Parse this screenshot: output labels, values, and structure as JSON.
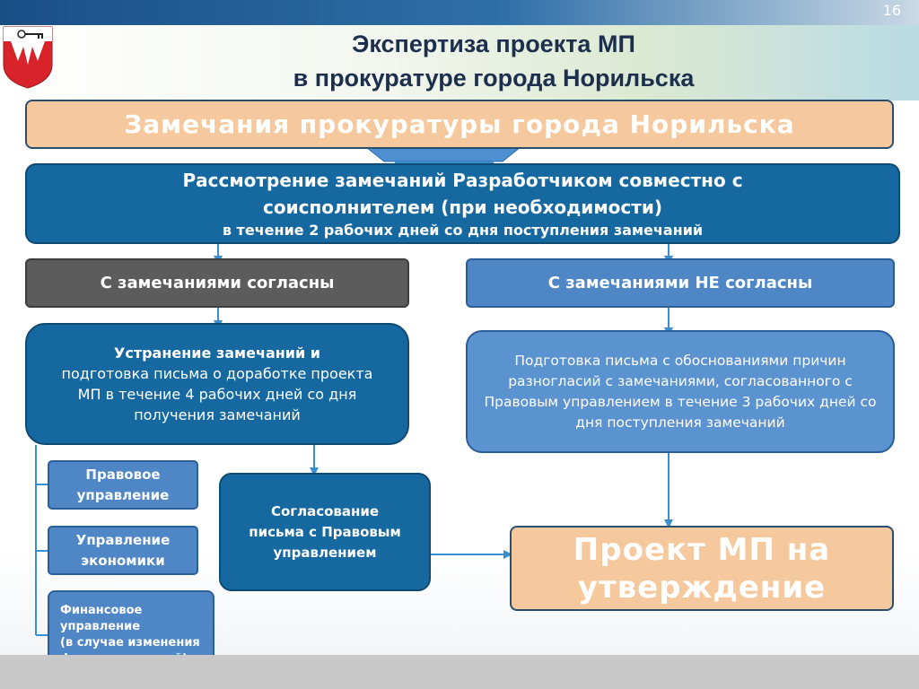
{
  "slide_number": "16",
  "title": {
    "line1": "Экспертиза проекта МП",
    "line2": "в прокуратуре города Норильска"
  },
  "colors": {
    "orange": "#f5c99d",
    "dark_blue": "#1669a0",
    "mid_blue": "#4f86c6",
    "grey": "#5c5c5c",
    "arrow": "#3a8fd0"
  },
  "nodes": {
    "remarks": "Замечания прокуратуры города Норильска",
    "review": {
      "line1": "Рассмотрение замечаний Разработчиком совместно с",
      "line2": "соисполнителем (при необходимости)",
      "line3": "в течение 2 рабочих дней со дня поступления замечаний"
    },
    "agree": "С замечаниями согласны",
    "disagree": "С замечаниями НЕ согласны",
    "fix": {
      "bold": "Устранение замечаний и",
      "rest": "подготовка письма о доработке проекта МП в течение 4 рабочих дней со дня получения замечаний"
    },
    "letter": "Подготовка письма с обоснованиями причин разногласий с замечаниями, согласованного с Правовым управлением в течение 3 рабочих дней со дня поступления замечаний",
    "legal": "Правовое управление",
    "economy": "Управление экономики",
    "finance": {
      "line1": "Финансовое управление",
      "line2": "(в случае изменения фин. показателей)"
    },
    "approval_letter": "Согласование письма с Правовым управлением",
    "project": "Проект МП на утверждение"
  },
  "icons": {
    "coat_of_arms": "norilsk-coat-of-arms-icon",
    "arrow": "arrow-down-icon"
  }
}
